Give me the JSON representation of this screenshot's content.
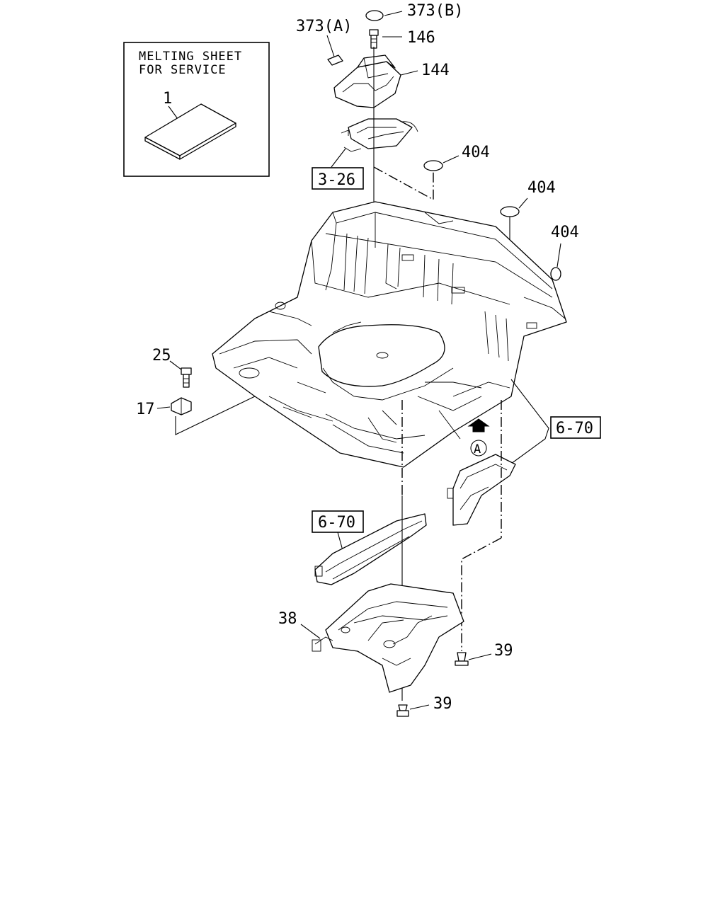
{
  "inset": {
    "title_line1": "MELTING SHEET",
    "title_line2": "FOR SERVICE",
    "part_ref": "1"
  },
  "callouts": {
    "p373b": "373(B)",
    "p373a": "373(A)",
    "p146": "146",
    "p144": "144",
    "p404a": "404",
    "p404b": "404",
    "p404c": "404",
    "p25": "25",
    "p17": "17",
    "p38": "38",
    "p39a": "39",
    "p39b": "39"
  },
  "refboxes": {
    "r326": "3-26",
    "r670a": "6-70",
    "r670b": "6-70"
  },
  "view_marker": "A"
}
